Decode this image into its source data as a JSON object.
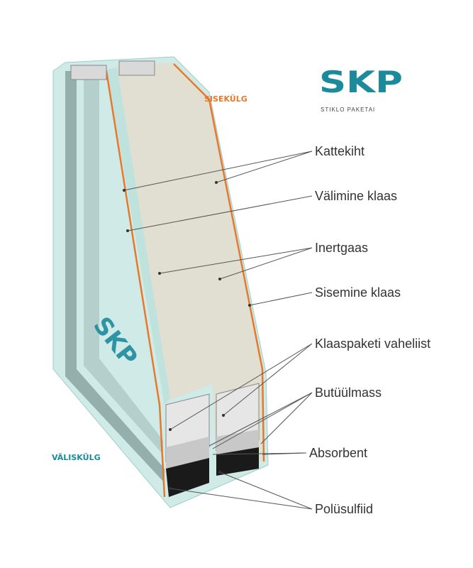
{
  "title_inside": "SISEKÜLG",
  "title_outside": "VÄLISKÜLG",
  "logo": {
    "mark": "SKP",
    "subtitle": "STIKLO PAKETAI"
  },
  "labels": [
    "Kattekiht",
    "Välimine klaas",
    "Inertgaas",
    "Sisemine klaas",
    "Klaaspaketi vaheliist",
    "Butüülmass",
    "Absorbent",
    "Polüsulfiid"
  ],
  "colors": {
    "glass": "#cfeae7",
    "glass_edge": "#9fcfc9",
    "frame": "#7f9c98",
    "coating": "#e8782a",
    "inner": "#e4ddcc",
    "logo": "#1b8b9c",
    "spacer": "#d9d9d9",
    "sealant": "#1a1a1a"
  }
}
